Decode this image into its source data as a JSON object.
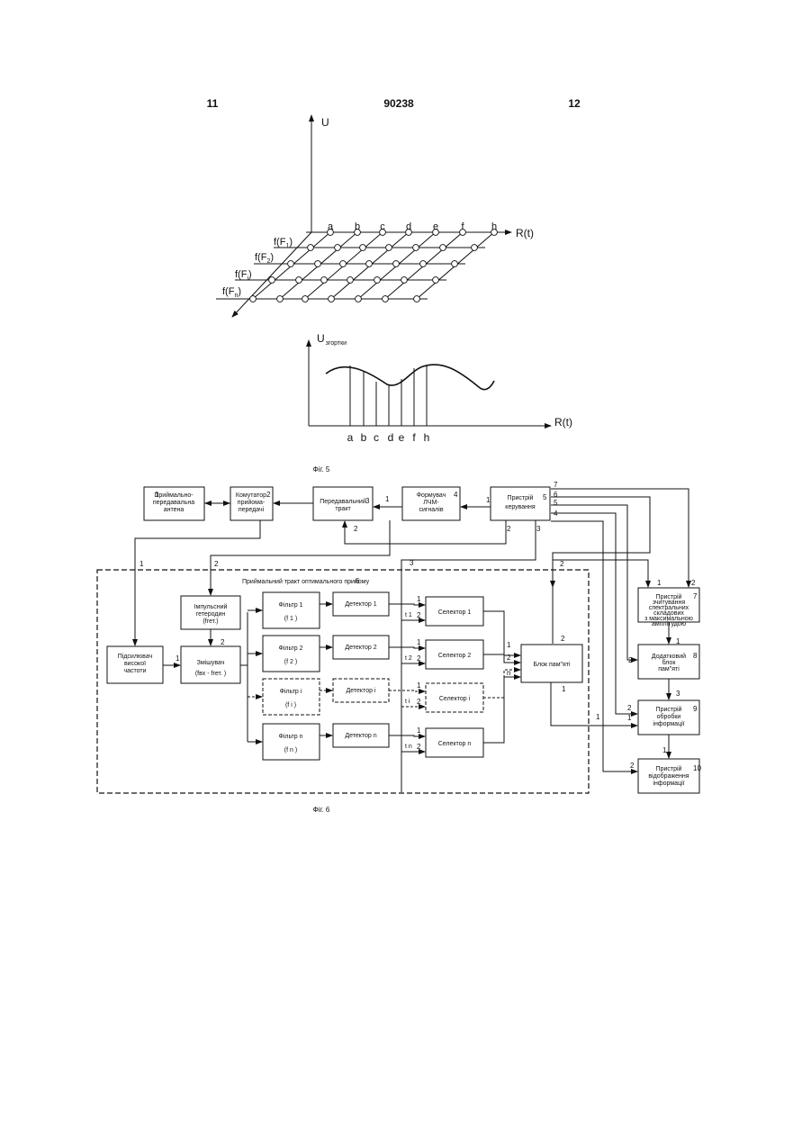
{
  "header": {
    "left": "11",
    "center": "90238",
    "right": "12"
  },
  "fig5": {
    "u_label": "U",
    "r_label": "R(t)",
    "columns": [
      "a",
      "b",
      "c",
      "d",
      "e",
      "f",
      "h"
    ],
    "rows": [
      {
        "main": "f(F",
        "sub": "1",
        "close": ")"
      },
      {
        "main": "f(F",
        "sub": "2",
        "close": ")"
      },
      {
        "main": "f(F",
        "sub": "i",
        "close": ")"
      },
      {
        "main": "f(F",
        "sub": "n",
        "close": ")"
      }
    ],
    "u2_main": "U",
    "u2_sub": "згортки",
    "r2_label": "R(t)",
    "bottom_labels": [
      "a",
      "b",
      "c",
      "d",
      "e",
      "f",
      "h"
    ],
    "caption": "Фіг. 5"
  },
  "fig6": {
    "caption": "Фіг. 6",
    "dashed_title": "Приймальний тракт оптимального прийому",
    "dashed_num": "6",
    "blocks": {
      "antenna": {
        "num": "1",
        "lines": [
          "Приймально-",
          "передавальна",
          "антена"
        ]
      },
      "switch": {
        "num": "2",
        "lines": [
          "Комутатор",
          "прийома-",
          "передачі"
        ]
      },
      "tx": {
        "num": "3",
        "lines": [
          "Передавальний",
          "тракт"
        ]
      },
      "former": {
        "num": "4",
        "lines": [
          "Формувач",
          "ЛЧМ-",
          "сигналів"
        ]
      },
      "control": {
        "num": "5",
        "lines": [
          "Пристрій",
          "керування"
        ]
      },
      "reader": {
        "num": "7",
        "lines": [
          "Пристрій",
          "зчитування",
          "спектральних",
          "складових",
          "з максимальною",
          "амплітудою"
        ]
      },
      "addmem": {
        "num": "8",
        "lines": [
          "Додатковий",
          "блок",
          "пам\"яті"
        ]
      },
      "proc": {
        "num": "9",
        "lines": [
          "Пристрій",
          "обробки",
          "інформації"
        ]
      },
      "display": {
        "num": "10",
        "lines": [
          "Пристрій",
          "відображення",
          "інформації"
        ]
      },
      "amp": {
        "num": "",
        "lines": [
          "Підсилювач",
          "високої",
          "частоти"
        ]
      },
      "lo": {
        "num": "",
        "lines": [
          "Імпульсний",
          "гетеродин",
          "(fгет.)"
        ]
      },
      "mixer": {
        "num": "",
        "lines": [
          "Змішувач",
          "(fвх - fгет.   )"
        ]
      },
      "memory": {
        "num": "",
        "lines": [
          "Блок пам\"яті"
        ]
      }
    },
    "filters": [
      [
        "Фільтр 1",
        "(f 1 )"
      ],
      [
        "Фільтр 2",
        "(f 2 )"
      ],
      [
        "Фільтр і",
        "(f і )"
      ],
      [
        "Фільтр n",
        "(f n )"
      ]
    ],
    "detectors": [
      "Детектор 1",
      "Детектор 2",
      "Детектор і",
      "Детектор n"
    ],
    "selectors": [
      "Селектор 1",
      "Селектор 2",
      "Селектор і",
      "Селектор n"
    ],
    "t_labels": [
      "t 1",
      "t 2",
      "t і",
      "t n"
    ],
    "port_labels": [
      "1",
      "2",
      "3",
      "4",
      "5",
      "6",
      "7",
      "n"
    ]
  }
}
